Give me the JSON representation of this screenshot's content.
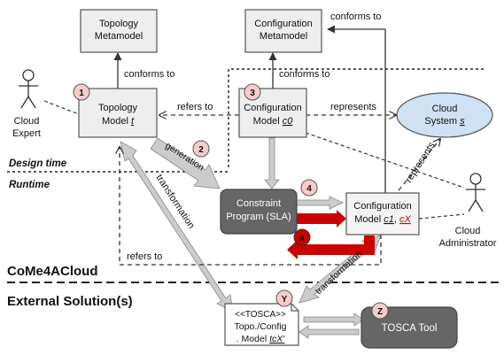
{
  "boxes": {
    "topology_metamodel": [
      "Topology",
      "Metamodel"
    ],
    "configuration_metamodel": [
      "Configuration",
      "Metamodel"
    ],
    "topology_model": {
      "line1": "Topology",
      "line2_prefix": "Model ",
      "line2_var": "t"
    },
    "configuration_model_c0": {
      "line1": "Configuration",
      "line2_prefix": "Model ",
      "line2_var": "c0"
    },
    "constraint_program": [
      "Constraint",
      "Program (SLA)"
    ],
    "configuration_model_c1": {
      "line1": "Configuration",
      "line2_prefix": "Model ",
      "line2_var_a": "c1",
      "line2_sep": ", ",
      "line2_var_b": "cX"
    },
    "cloud_system": {
      "line1": "Cloud",
      "line2_prefix": "System ",
      "line2_var": "s"
    },
    "tosca_model": {
      "line1": "<<TOSCA>>",
      "line2": "Topo./Config",
      "line3_prefix": ". Model ",
      "line3_var": "tcX'"
    },
    "tosca_tool": "TOSCA Tool"
  },
  "actors": {
    "cloud_expert": [
      "Cloud",
      "Expert"
    ],
    "cloud_administrator": [
      "Cloud",
      "Administrator"
    ]
  },
  "edge_labels": {
    "conforms_to_1": "conforms to",
    "conforms_to_2": "conforms to",
    "conforms_to_3": "conforms to",
    "refers_to_1": "refers to",
    "refers_to_2": "refers to",
    "represents_1": "represents",
    "represents_2": "represents",
    "generation": "generation",
    "transformation_1": "transformation",
    "transformation_2": "transformation"
  },
  "badges": [
    "1",
    "2",
    "3",
    "4",
    "X",
    "Y",
    "Z"
  ],
  "sections": {
    "design_time": "Design time",
    "runtime": "Runtime",
    "come4acloud": "CoMe4ACloud",
    "external": "External Solution(s)"
  },
  "colors": {
    "box_fill": "#eeeeee",
    "dark_box": "#666666",
    "cloud_fill": "#cfe2f3",
    "badge_fill": "#f4cccc",
    "badge_red": "#cc0000",
    "arrow_gray": "#cccccc"
  }
}
